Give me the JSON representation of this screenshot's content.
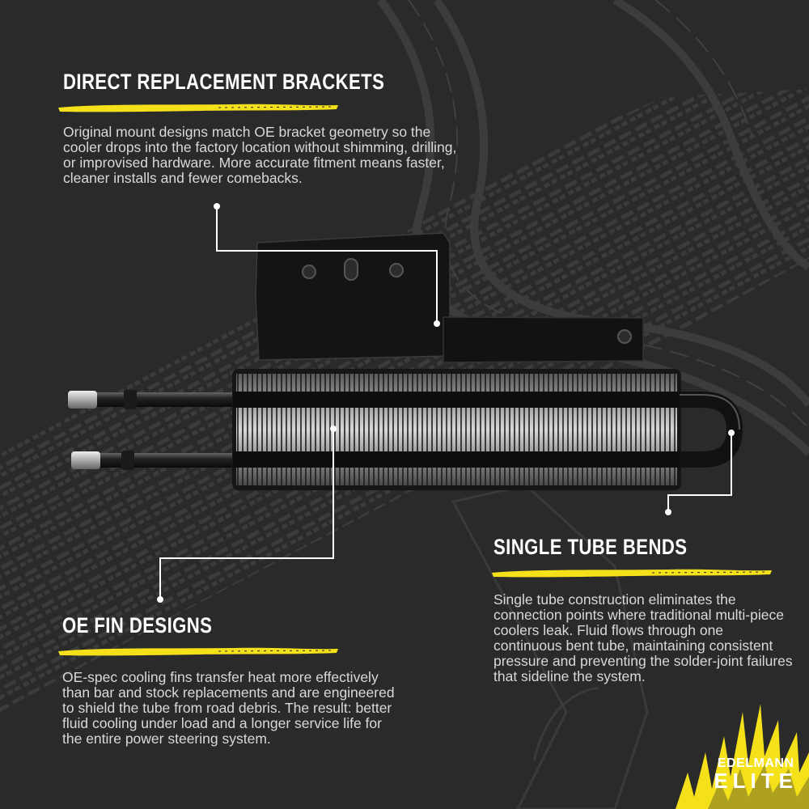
{
  "sections": [
    {
      "heading": "DIRECT REPLACEMENT BRACKETS",
      "body": "Original mount designs match OE bracket geometry so the cooler drops into the factory location without shimming, drilling, or improvised hardware. More accurate fitment means faster, cleaner installs and fewer comebacks."
    },
    {
      "heading": "SINGLE TUBE BENDS",
      "body": "Single tube construction eliminates the connection points where traditional multi-piece coolers leak. Fluid flows through one continuous bent tube, maintaining consistent pressure and preventing the solder-joint failures that sideline the system."
    },
    {
      "heading": "OE FIN DESIGNS",
      "body": "OE-spec cooling fins transfer heat more effectively than bar and stock replacements and are engineered to shield the tube from road debris. The result: better fluid cooling under load and a longer service life for the entire power steering system."
    }
  ],
  "logo": {
    "line1": "EDELMANN",
    "line2": "ELITE"
  },
  "colors": {
    "accent": "#f5e11a",
    "background": "#2a2a2a",
    "text": "#ffffff",
    "body_text": "#d9d9d9"
  },
  "icons": [
    "power-steering-cooler",
    "brush-stroke-underline",
    "callout-dot",
    "lightning-burst"
  ]
}
